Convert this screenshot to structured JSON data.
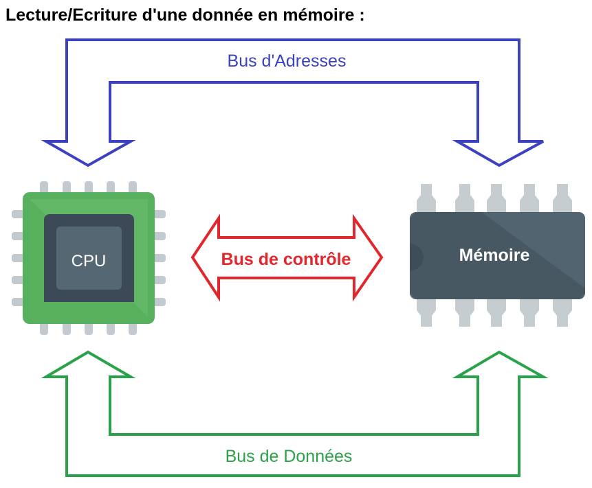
{
  "title": "Lecture/Ecriture d'une donnée en mémoire :",
  "buses": {
    "address": {
      "label": "Bus d'Adresses",
      "color": "#3c41c0"
    },
    "control": {
      "label": "Bus de contrôle",
      "color": "#e3262c"
    },
    "data": {
      "label": "Bus de Données",
      "color": "#2aa24a"
    }
  },
  "cpu": {
    "label": "CPU",
    "colors": {
      "board": "#57b05c",
      "board_light": "#6cc070",
      "die": "#3b4a56",
      "die_inner": "#546772",
      "pin": "#c2cacf"
    }
  },
  "memory": {
    "label": "Mémoire",
    "colors": {
      "body": "#52646f",
      "body_dark": "#3e4e58",
      "pin": "#c6cdd1"
    }
  }
}
